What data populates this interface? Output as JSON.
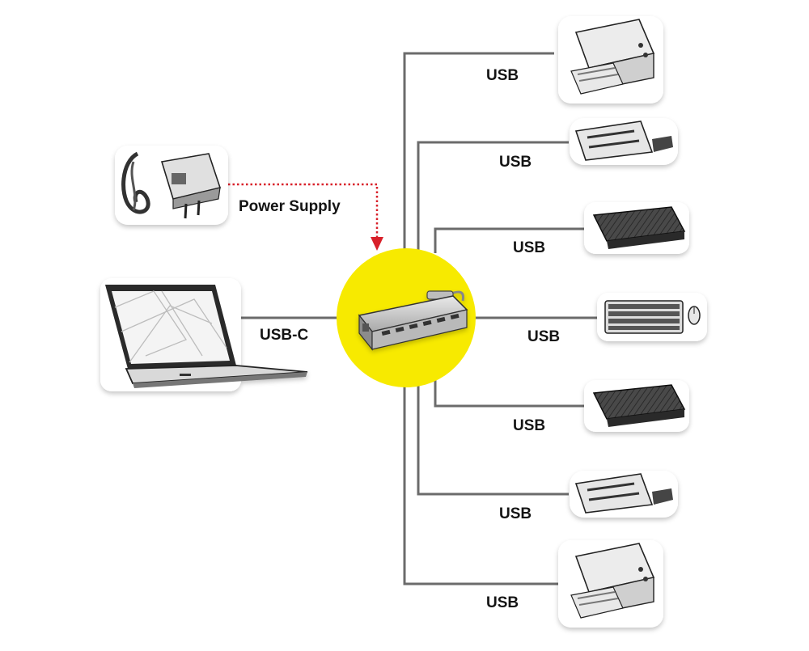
{
  "labels": {
    "power_supply": "Power Supply",
    "usb_c": "USB-C",
    "usb": "USB"
  },
  "colors": {
    "hub_circle": "#f7ea00",
    "power_line": "#d8202a",
    "cable": "#6b6b6b"
  },
  "devices": [
    {
      "kind": "printer-icon",
      "port": "USB"
    },
    {
      "kind": "card-reader-icon",
      "port": "USB"
    },
    {
      "kind": "hard-drive-icon",
      "port": "USB"
    },
    {
      "kind": "keyboard-mouse-icon",
      "port": "USB"
    },
    {
      "kind": "hard-drive-icon",
      "port": "USB"
    },
    {
      "kind": "card-reader-icon",
      "port": "USB"
    },
    {
      "kind": "printer-icon",
      "port": "USB"
    }
  ]
}
